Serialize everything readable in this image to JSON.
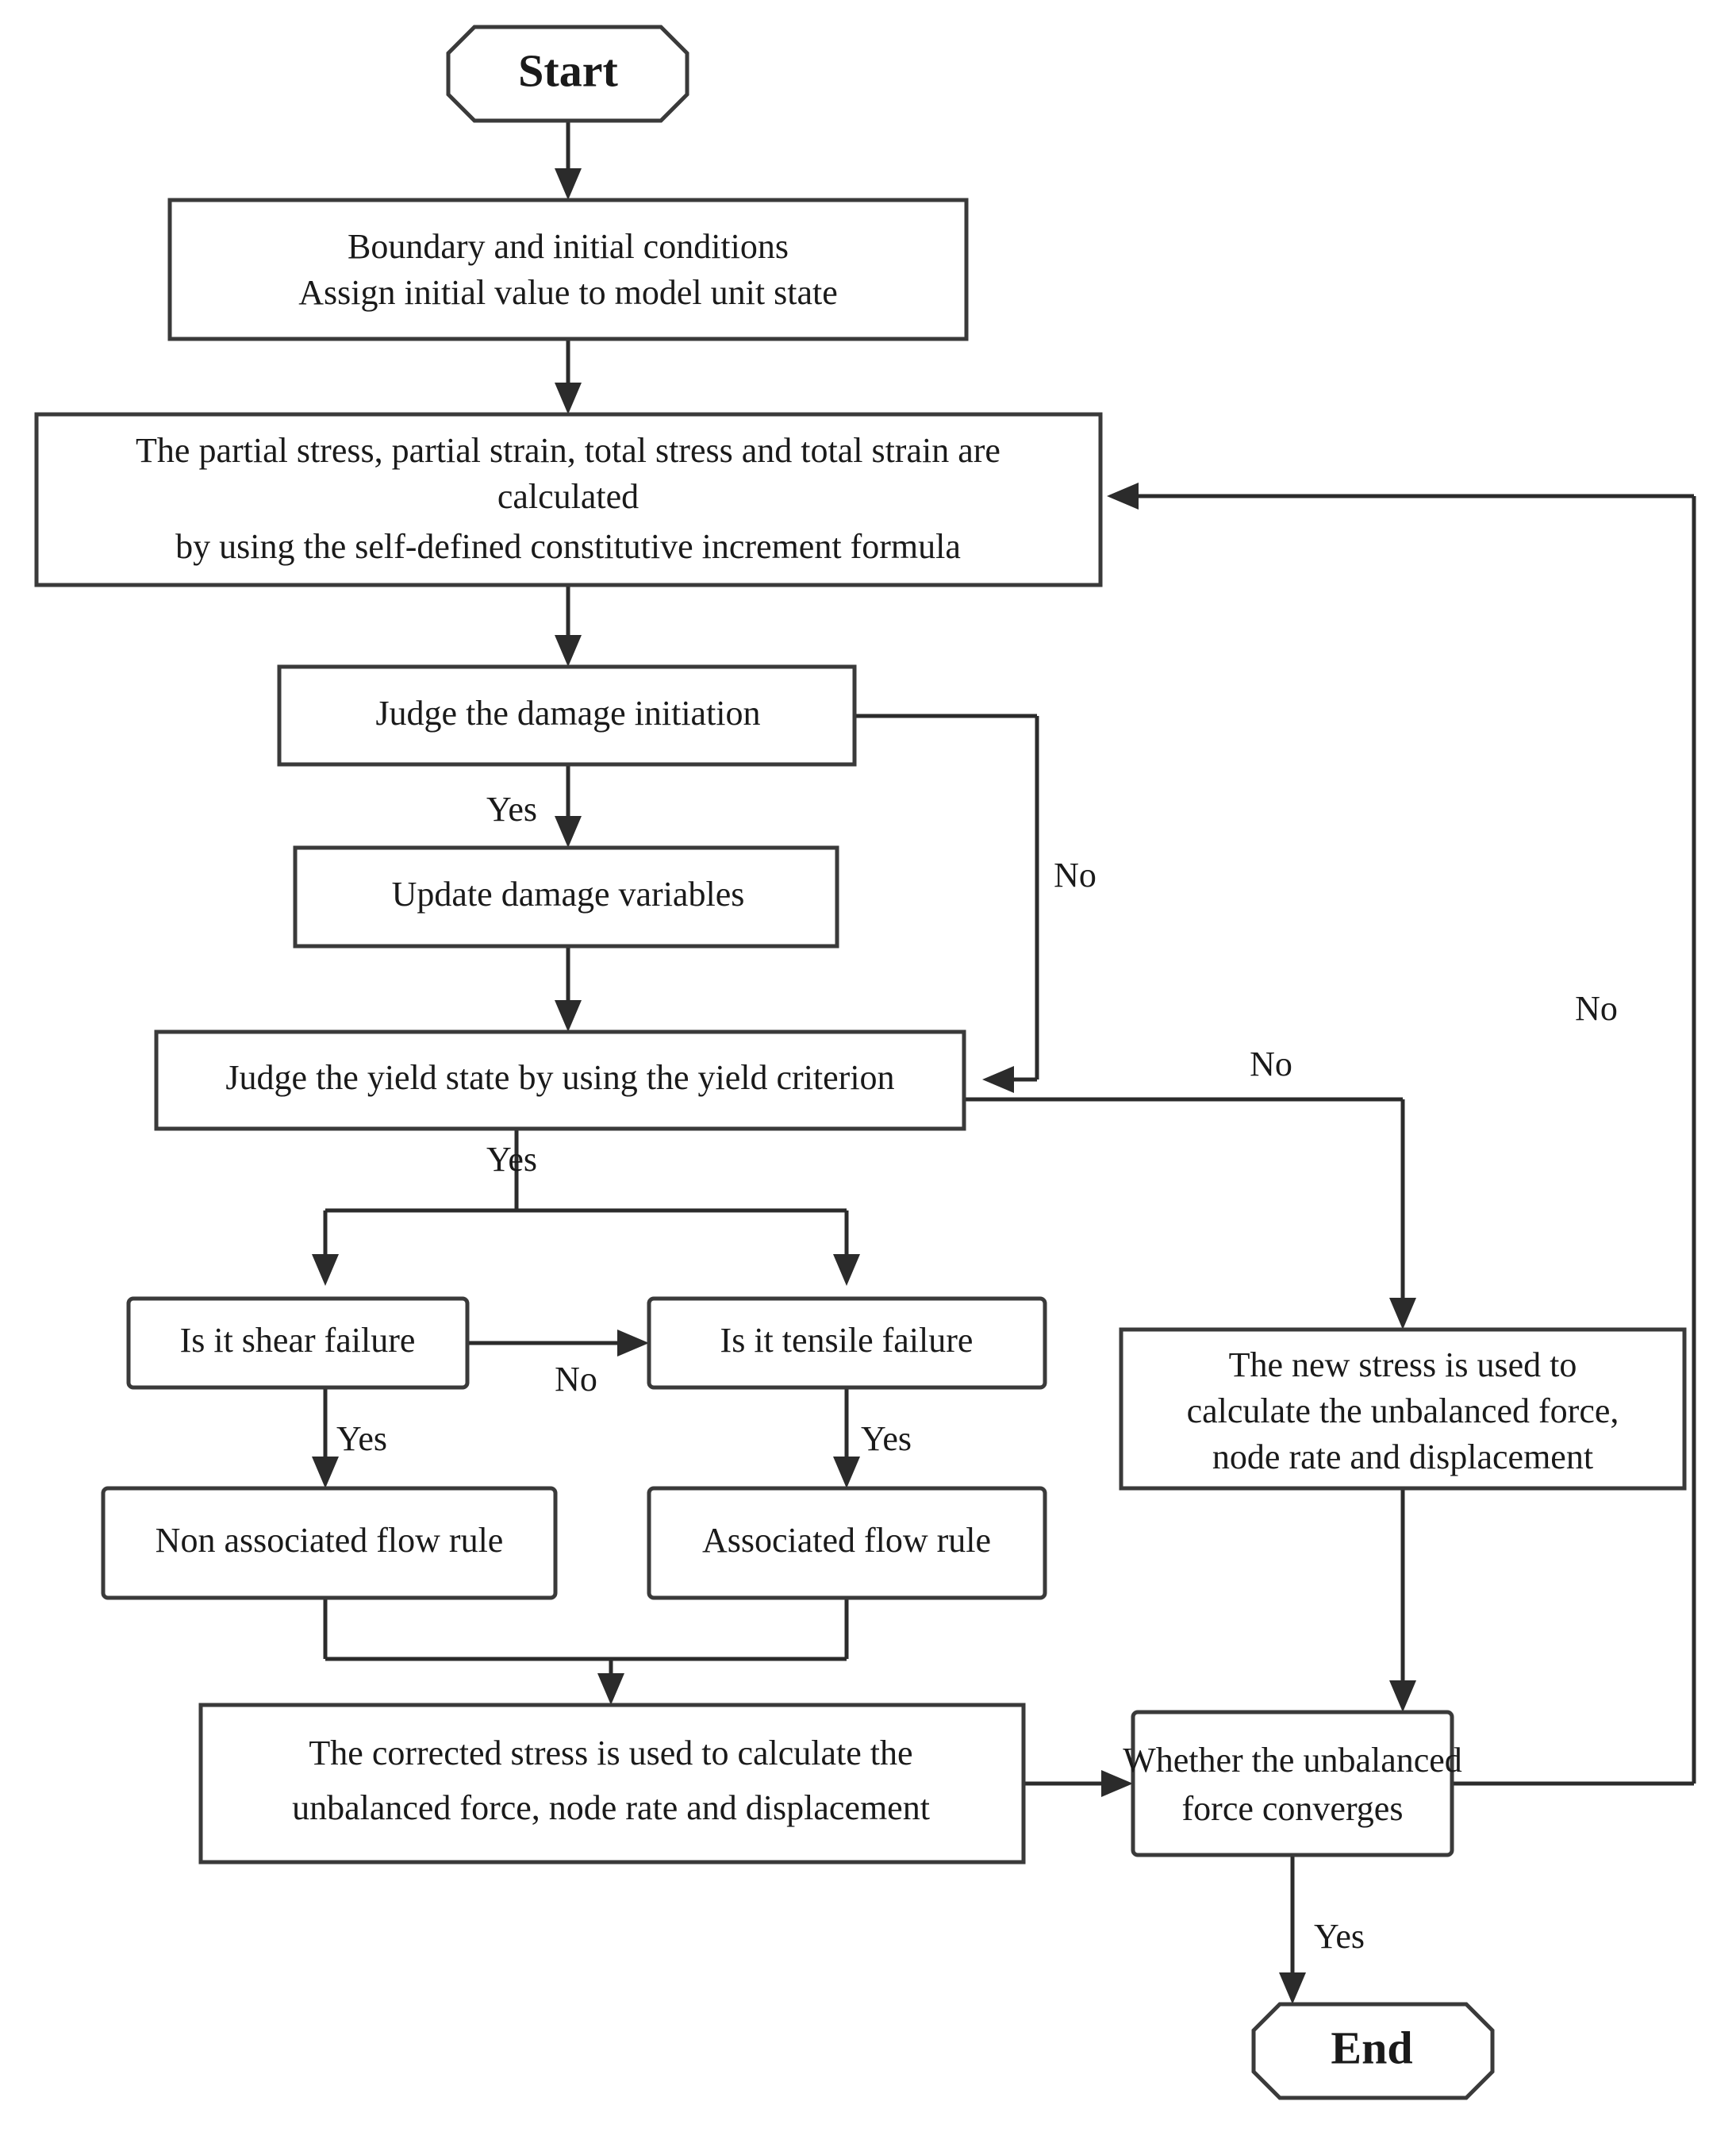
{
  "diagram": {
    "title": "Numerical simulation constitutive model flowchart",
    "background_color": "#ffffff",
    "line_color": "#2b2b2b",
    "node_fill": "#ffffff",
    "text_color": "#1a1a1a"
  },
  "nodes": {
    "start": {
      "shape": "octagon",
      "label": "Start"
    },
    "initial_conditions": {
      "shape": "rect",
      "line1": "Boundary and initial conditions",
      "line2": "Assign initial value to model unit state"
    },
    "constitutive": {
      "shape": "rect",
      "line1": "The partial stress, partial strain, total stress and total strain are",
      "line2": "calculated",
      "line3": "by using the self-defined constitutive increment formula"
    },
    "judge_damage": {
      "shape": "rect",
      "label": "Judge the damage initiation"
    },
    "update_damage": {
      "shape": "rect",
      "label": "Update damage variables"
    },
    "judge_yield": {
      "shape": "rect",
      "label": "Judge the yield state by using the yield criterion"
    },
    "shear_failure": {
      "shape": "rect",
      "label": "Is it shear failure"
    },
    "tensile_failure": {
      "shape": "rect",
      "label": "Is it tensile failure"
    },
    "non_associated": {
      "shape": "rect",
      "label": "Non associated flow rule"
    },
    "associated": {
      "shape": "rect",
      "label": "Associated flow rule"
    },
    "corrected_stress": {
      "shape": "rect",
      "line1": "The corrected stress is used to calculate the",
      "line2": "unbalanced force, node rate and displacement"
    },
    "new_stress": {
      "shape": "rect",
      "line1": "The new stress is used to",
      "line2": "calculate the unbalanced force,",
      "line3": "node rate and displacement"
    },
    "converges": {
      "shape": "rect",
      "line1": "Whether the unbalanced",
      "line2": "force converges"
    },
    "end": {
      "shape": "octagon",
      "label": "End"
    }
  },
  "edge_labels": {
    "damage_yes": "Yes",
    "damage_no": "No",
    "yield_yes": "Yes",
    "yield_no": "No",
    "shear_yes": "Yes",
    "shear_no": "No",
    "tensile_yes": "Yes",
    "converge_yes": "Yes",
    "converge_no": "No"
  }
}
